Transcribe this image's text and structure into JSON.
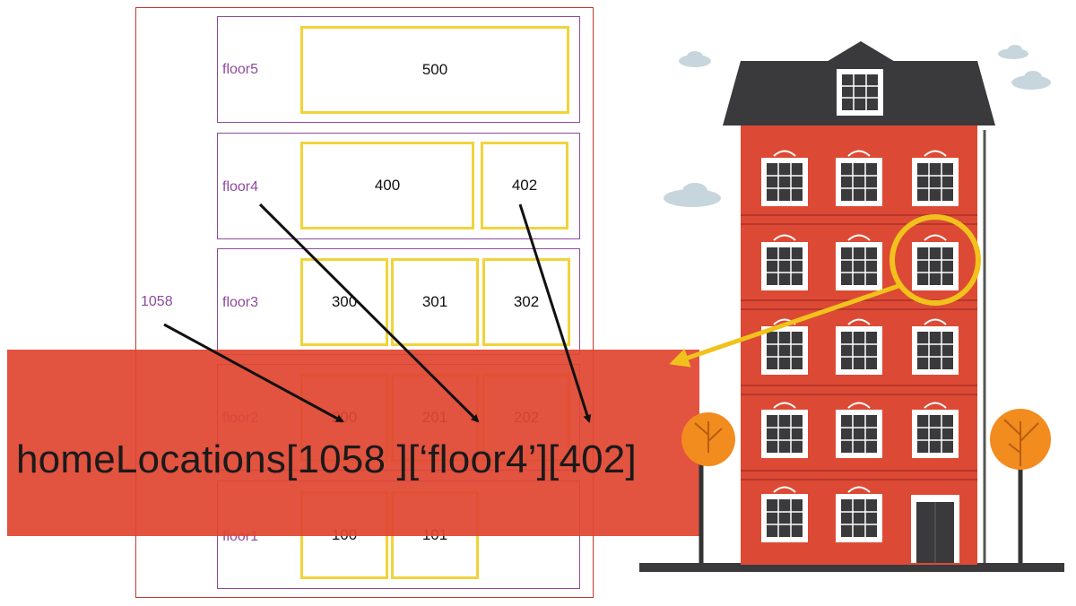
{
  "diagram": {
    "side_label": "1058",
    "floors": [
      {
        "label": "floor5",
        "rooms": [
          "500"
        ]
      },
      {
        "label": "floor4",
        "rooms": [
          "400",
          "402"
        ]
      },
      {
        "label": "floor3",
        "rooms": [
          "300",
          "301",
          "302"
        ]
      },
      {
        "label": "floor2",
        "rooms": [
          "200",
          "201",
          "202"
        ]
      },
      {
        "label": "floor1",
        "rooms": [
          "100",
          "101"
        ]
      }
    ],
    "expression": "homeLocations[1058 ][‘floor4’][402]"
  },
  "colors": {
    "banner": "#e04632",
    "room_border": "#f1d33a",
    "floor_border": "#8e4a9c",
    "outer_border": "#c0392b",
    "brick": "#dc4a35",
    "roof": "#3a3a3c",
    "highlight": "#f1c21b"
  }
}
